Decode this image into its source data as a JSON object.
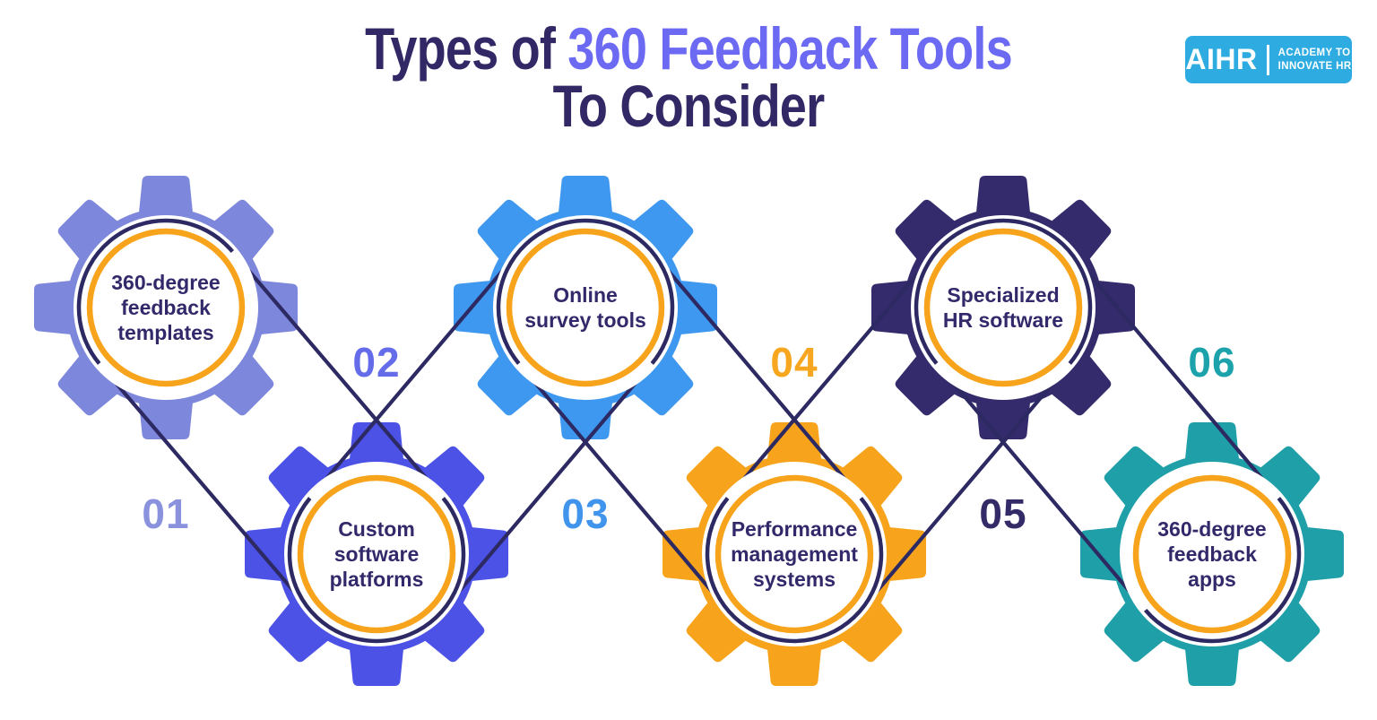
{
  "title": {
    "prefix": "Types of ",
    "highlight": "360 Feedback Tools",
    "line2": "To Consider"
  },
  "logo": {
    "brand": "AIHR",
    "tagline_line1": "ACADEMY TO",
    "tagline_line2": "INNOVATE HR"
  },
  "colors": {
    "background": "#FFFFFF",
    "line_navy": "#2D2963",
    "ring_orange": "#F7A41C",
    "title_navy": "#322865",
    "title_accent": "#6C6AF2",
    "label_navy": "#32296B",
    "logo_bg": "#2EACE2",
    "logo_text": "#FFFFFF"
  },
  "gears": [
    {
      "number": "01",
      "label": "360-degree feedback templates",
      "color": "#7D87DB",
      "number_color": "#8A92DE",
      "row": "top"
    },
    {
      "number": "02",
      "label": "Custom software platforms",
      "color": "#4B52E5",
      "number_color": "#656CE9",
      "row": "bottom"
    },
    {
      "number": "03",
      "label": "Online survey tools",
      "color": "#3E98F0",
      "number_color": "#4094EC",
      "row": "top"
    },
    {
      "number": "04",
      "label": "Performance management systems",
      "color": "#F7A41C",
      "number_color": "#F7A71F",
      "row": "bottom"
    },
    {
      "number": "05",
      "label": "Specialized HR software",
      "color": "#332B6B",
      "number_color": "#322B68",
      "row": "top"
    },
    {
      "number": "06",
      "label": "360-degree feedback apps",
      "color": "#1F9FA8",
      "number_color": "#1BA2AB",
      "row": "bottom"
    }
  ]
}
